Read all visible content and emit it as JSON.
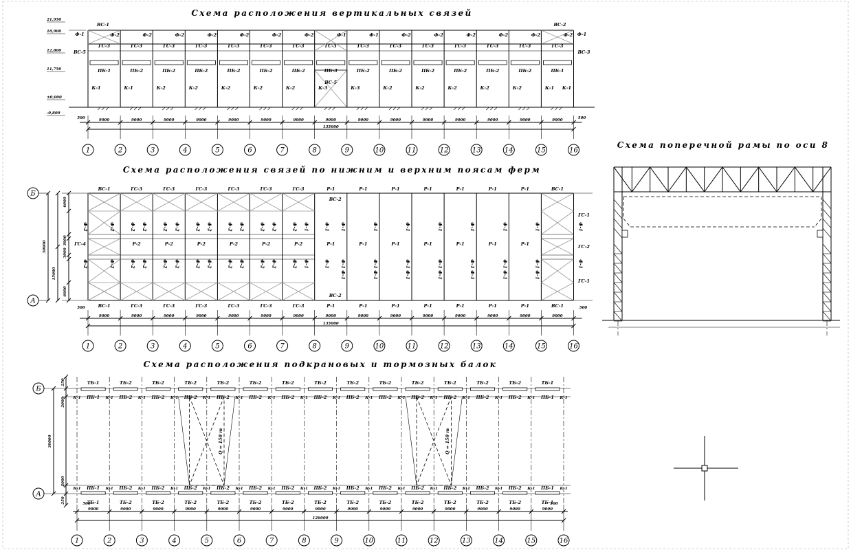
{
  "titles": {
    "vertical": "Схема расположения вертикальных связей",
    "chords": "Схема расположения связей по нижним и верхним поясам ферм",
    "crane": "Схема расположения подкрановых и тормозных балок",
    "frame": "Схема поперечной рамы по оси 8"
  },
  "axes": [
    "1",
    "2",
    "3",
    "4",
    "5",
    "6",
    "7",
    "8",
    "9",
    "10",
    "11",
    "12",
    "13",
    "14",
    "15",
    "16"
  ],
  "row_axes": [
    "Б",
    "А"
  ],
  "elevations": [
    "21,950",
    "18,900",
    "12,800",
    "11,750",
    "±0,000",
    "-0,800"
  ],
  "span_dim": "9000",
  "edge_dim": "500",
  "total_dim": "135000",
  "crane_total_dim": "126000",
  "height_dim": "30000",
  "chord_half_dims": [
    "15000",
    "15000"
  ],
  "crane_marks": [
    "Q = 150 т",
    "Q = 150 т"
  ],
  "vertical": {
    "top_row": [
      "ВС-1",
      "ВС-2"
    ],
    "side_left": [
      "Ф-1",
      "ВС-5"
    ],
    "side_right": [
      "Ф-1",
      "ВС-3"
    ],
    "ties": [
      "Ф-2",
      "Ф-2",
      "Ф-2",
      "Ф-2",
      "Ф-2",
      "Ф-2",
      "Ф-2",
      "Ф-1",
      "Ф-1",
      "Ф-2",
      "Ф-2",
      "Ф-2",
      "Ф-2",
      "Ф-2",
      "Ф-2"
    ],
    "gs_row": [
      "ГС-3",
      "ГС-3",
      "ГС-3",
      "ГС-3",
      "ГС-3",
      "ГС-3",
      "ГС-3",
      "ГС-3",
      "ГС-3",
      "ГС-3",
      "ГС-3",
      "ГС-3",
      "ГС-3",
      "ГС-3",
      "ГС-3"
    ],
    "pb_row": [
      "ПБ-1",
      "ПБ-2",
      "ПБ-2",
      "ПБ-2",
      "ПБ-2",
      "ПБ-2",
      "ПБ-2",
      "ПБ-3",
      "ПБ-2",
      "ПБ-2",
      "ПБ-2",
      "ПБ-2",
      "ПБ-2",
      "ПБ-2",
      "ПБ-1"
    ],
    "k_row": [
      "К-1",
      "К-1",
      "К-2",
      "К-2",
      "К-2",
      "К-2",
      "К-2",
      "К-3",
      "К-3",
      "К-2",
      "К-2",
      "К-2",
      "К-2",
      "К-2",
      "К-1",
      "К-1"
    ],
    "bs_mid": "ВС-5"
  },
  "chords": {
    "top_row": [
      "ВС-1",
      "ГС-3",
      "ГС-3",
      "ГС-3",
      "ГС-3",
      "ГС-3",
      "ГС-3",
      "Р-1",
      "Р-1",
      "Р-1",
      "Р-1",
      "Р-1",
      "Р-1",
      "Р-1",
      "ВС-1"
    ],
    "mid_row": [
      "ГС-4",
      "Р-2",
      "Р-2",
      "Р-2",
      "Р-2",
      "Р-2",
      "Р-2",
      "Р-1",
      "Р-1",
      "Р-1",
      "Р-1",
      "Р-1",
      "Р-1",
      "Р-1"
    ],
    "bottom_row": [
      "ВС-1",
      "ГС-3",
      "ГС-3",
      "ГС-3",
      "ГС-3",
      "ГС-3",
      "ГС-3",
      "Р-1",
      "Р-1",
      "Р-1",
      "Р-1",
      "Р-1",
      "Р-1",
      "Р-1",
      "ВС-1"
    ],
    "right_side": [
      "ГС-1",
      "ГС-2",
      "ГС-1"
    ],
    "bc2": [
      "ВС-2",
      "ВС-2"
    ],
    "ties_left": "Ф-2",
    "ties_right": "Ф-1",
    "left_dims": [
      "6000",
      "3000",
      "3000",
      "6000"
    ]
  },
  "crane": {
    "top_tb": [
      "ТБ-1",
      "ТБ-2",
      "ТБ-2",
      "ТБ-2",
      "ТБ-2",
      "ТБ-2",
      "ТБ-2",
      "ТБ-2",
      "ТБ-2",
      "ТБ-2",
      "ТБ-2",
      "ТБ-2",
      "ТБ-2",
      "ТБ-2",
      "ТБ-1"
    ],
    "top_pb": [
      "ПБ-1",
      "ПБ-2",
      "ПБ-2",
      "ПБ-2",
      "ПБ-2",
      "ПБ-2",
      "ПБ-2",
      "ПБ-2",
      "ПБ-2",
      "ПБ-2",
      "ПБ-2",
      "ПБ-2",
      "ПБ-2",
      "ПБ-2",
      "ПБ-1"
    ],
    "k_lbl": "К-1",
    "left_dims": [
      "250",
      "2000",
      "2000",
      "250"
    ]
  }
}
